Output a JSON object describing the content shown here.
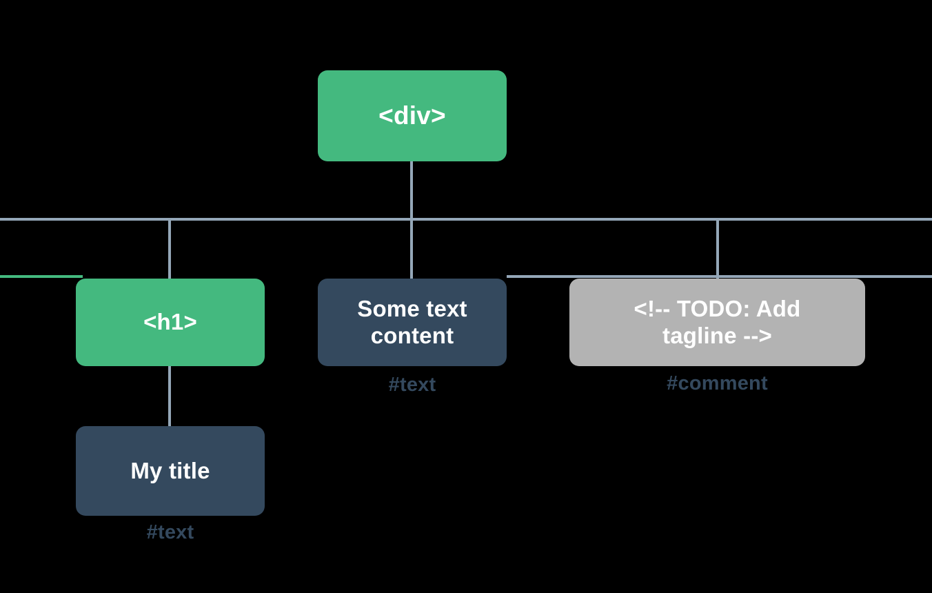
{
  "diagram": {
    "title": "DOM tree diagram",
    "background_color": "#000000",
    "colors": {
      "element_node": "#44b97f",
      "text_node": "#34495e",
      "comment_node": "#b3b3b3",
      "edge": "#94a7b8",
      "node_label": "#ffffff",
      "caption": "#34495e"
    },
    "nodes": {
      "root": {
        "label": "<div>",
        "kind": "element",
        "caption": ""
      },
      "h1": {
        "label": "<h1>",
        "kind": "element",
        "caption": ""
      },
      "text_content": {
        "label": "Some text\ncontent",
        "kind": "text",
        "caption": "#text"
      },
      "comment": {
        "label": "<!-- TODO: Add\ntagline  -->",
        "kind": "comment",
        "caption": "#comment"
      },
      "my_title": {
        "label": "My title",
        "kind": "text",
        "caption": "#text"
      }
    }
  }
}
